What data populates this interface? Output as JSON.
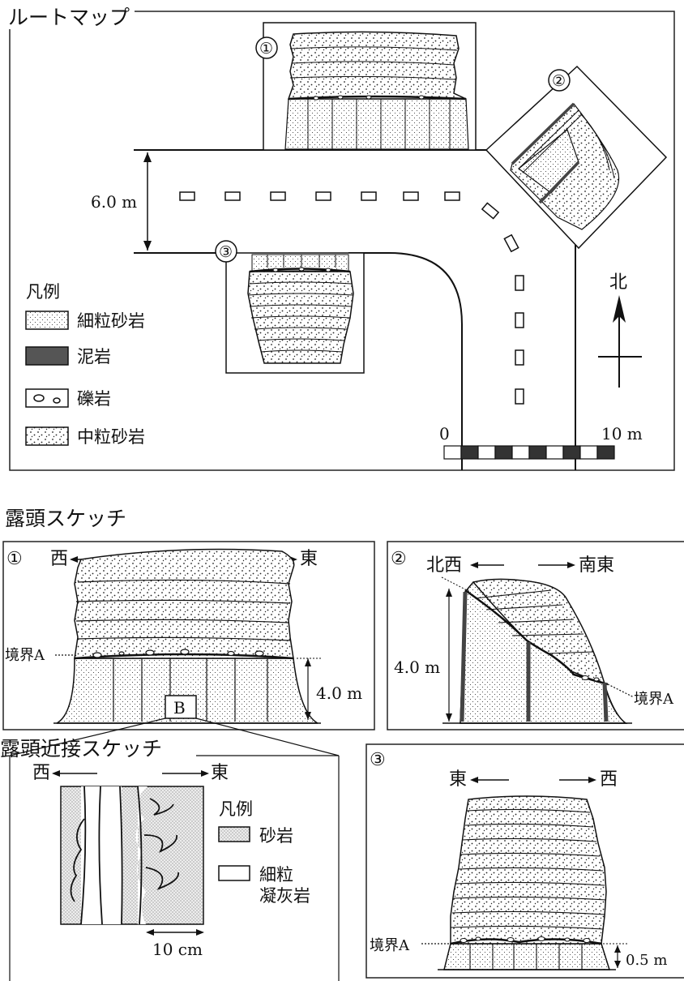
{
  "route_map": {
    "title": "ルートマップ",
    "road_width": "6.0 m",
    "north": "北",
    "legend": {
      "title": "凡例",
      "items": [
        "細粒砂岩",
        "泥岩",
        "礫岩",
        "中粒砂岩"
      ]
    },
    "scale": {
      "start": "0",
      "end": "10 m"
    },
    "markers": [
      "①",
      "②",
      "③"
    ]
  },
  "outcrop_sketch": {
    "title": "露頭スケッチ",
    "panel1": {
      "num": "①",
      "west": "西",
      "east": "東",
      "boundary": "境界A",
      "height": "4.0 m",
      "box": "B"
    },
    "panel2": {
      "num": "②",
      "left": "北西",
      "right": "南東",
      "boundary": "境界A",
      "height": "4.0 m"
    },
    "panel3": {
      "num": "③",
      "left": "東",
      "right": "西",
      "boundary": "境界A",
      "height": "0.5 m"
    }
  },
  "closeup_sketch": {
    "title": "露頭近接スケッチ",
    "west": "西",
    "east": "東",
    "scale": "10 cm",
    "legend": {
      "title": "凡例",
      "sandstone": "砂岩",
      "tuff_line1": "細粒",
      "tuff_line2": "凝灰岩"
    }
  }
}
